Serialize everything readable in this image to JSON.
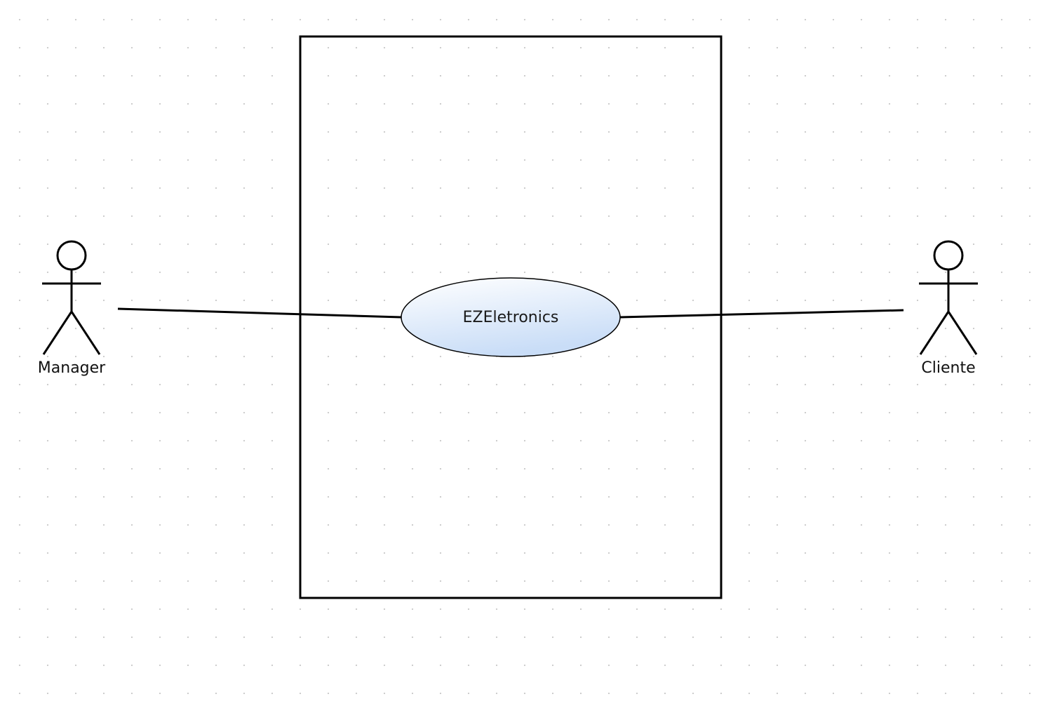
{
  "diagram": {
    "actors": [
      {
        "id": "manager",
        "label": "Manager"
      },
      {
        "id": "cliente",
        "label": "Cliente"
      }
    ],
    "use_cases": [
      {
        "id": "ezeletronics",
        "label": "EZEletronics"
      }
    ],
    "colors": {
      "stroke": "#000000",
      "usecase_fill_top": "#ffffff",
      "usecase_fill_bottom": "#c9ddf7",
      "grid_dot_minor": "#c8c8c8",
      "grid_dot_major": "#555555"
    }
  }
}
